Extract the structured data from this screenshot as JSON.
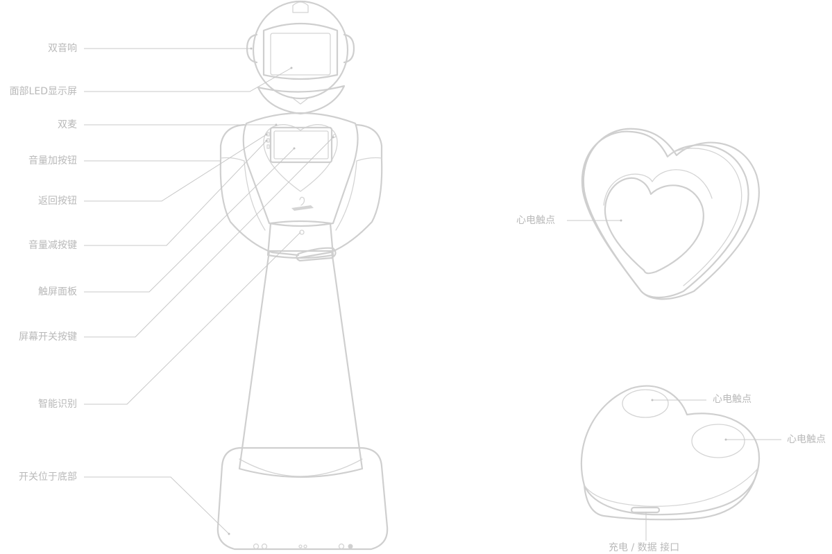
{
  "robot_labels": {
    "dual_speakers": "双音响",
    "face_led_screen": "面部LED显示屏",
    "dual_mics": "双麦",
    "volume_up_button": "音量加按钮",
    "back_button": "返回按钮",
    "volume_down_button": "音量减按键",
    "touch_panel": "触屏面板",
    "screen_switch_button": "屏幕开关按键",
    "smart_recognition": "智能识别",
    "power_switch_bottom": "开关位于底部"
  },
  "heart_labels": {
    "heart_contact_front": "心电触点",
    "heart_contact_top_1": "心电触点",
    "heart_contact_top_2": "心电触点",
    "charge_data_port": "充电 / 数据 接口"
  }
}
